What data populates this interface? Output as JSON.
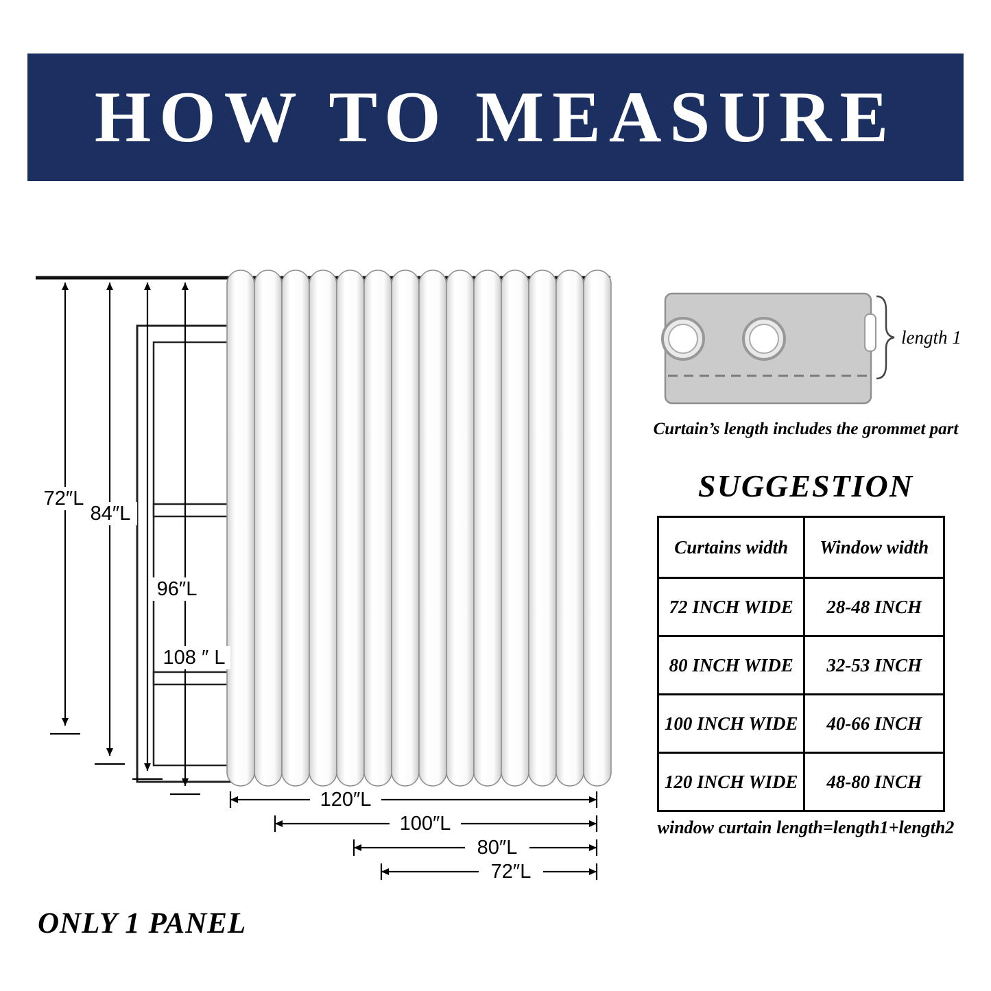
{
  "banner": {
    "title": "HOW TO MEASURE"
  },
  "colors": {
    "banner_bg": "#1b3060"
  },
  "diagram": {
    "vertical_labels": [
      "72″L",
      "84″L",
      "96″L",
      "108 ″ L"
    ],
    "horizontal_labels": [
      "120″L",
      "100″L",
      "80″L",
      "72″L"
    ]
  },
  "grommet": {
    "brace_label": "length 1",
    "caption": "Curtain’s length includes the grommet part"
  },
  "suggestion": {
    "title": "SUGGESTION",
    "table": {
      "headers": [
        "Curtains width",
        "Window width"
      ],
      "rows": [
        [
          "72 INCH WIDE",
          "28-48 INCH"
        ],
        [
          "80 INCH WIDE",
          "32-53 INCH"
        ],
        [
          "100 INCH WIDE",
          "40-66 INCH"
        ],
        [
          "120 INCH WIDE",
          "48-80 INCH"
        ]
      ]
    },
    "note": "window curtain length=length1+length2"
  },
  "footer": {
    "panel_note": "ONLY 1 PANEL"
  }
}
